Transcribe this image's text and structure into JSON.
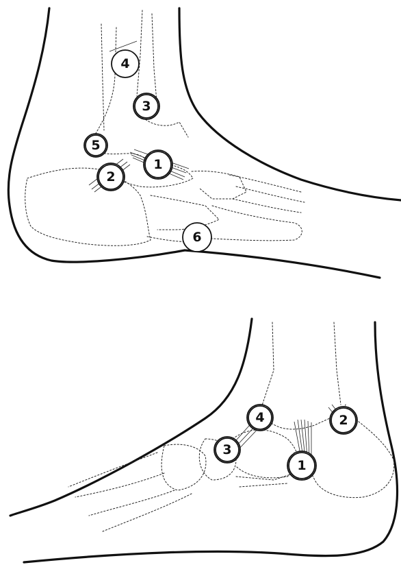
{
  "figures": [
    {
      "id": "upper-foot",
      "markers": [
        {
          "label": "4",
          "hatched": false
        },
        {
          "label": "3",
          "hatched": true
        },
        {
          "label": "5",
          "hatched": true
        },
        {
          "label": "1",
          "hatched": true
        },
        {
          "label": "2",
          "hatched": true
        },
        {
          "label": "6",
          "hatched": false
        }
      ]
    },
    {
      "id": "lower-foot",
      "markers": [
        {
          "label": "4",
          "hatched": true
        },
        {
          "label": "2",
          "hatched": true
        },
        {
          "label": "3",
          "hatched": true
        },
        {
          "label": "1",
          "hatched": true
        }
      ]
    }
  ]
}
